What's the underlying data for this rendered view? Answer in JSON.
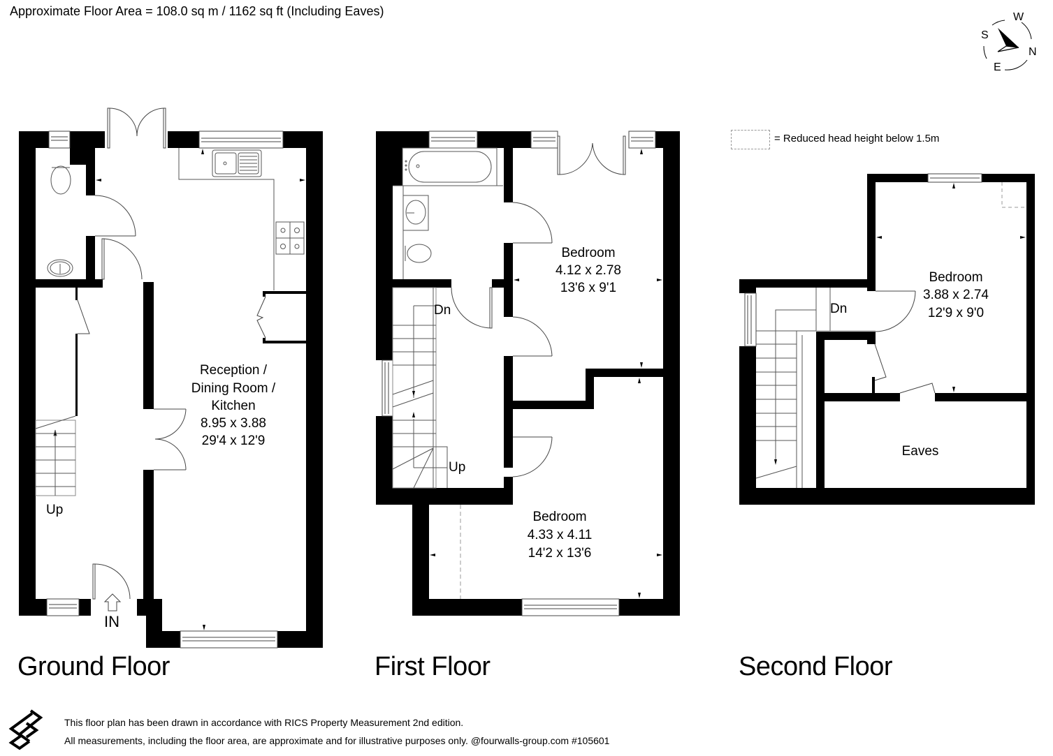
{
  "header": {
    "floor_area": "Approximate Floor Area = 108.0 sq m / 1162 sq ft (Including Eaves)"
  },
  "compass": {
    "labels": {
      "north": "N",
      "south": "S",
      "east": "E",
      "west": "W"
    }
  },
  "legend": {
    "symbol": "dashed-rectangle",
    "text": "= Reduced head height below 1.5m",
    "color": "#999999"
  },
  "floors": {
    "ground": {
      "title": "Ground Floor",
      "rooms": [
        {
          "name_line1": "Reception /",
          "name_line2": "Dining Room /",
          "name_line3": "Kitchen",
          "metric": "8.95 x 3.88",
          "imperial": "29'4 x 12'9"
        }
      ],
      "labels": {
        "stairs": "Up",
        "entrance": "IN"
      }
    },
    "first": {
      "title": "First Floor",
      "rooms": [
        {
          "name": "Bedroom",
          "metric": "4.12 x 2.78",
          "imperial": "13'6 x 9'1"
        },
        {
          "name": "Bedroom",
          "metric": "4.33 x 4.11",
          "imperial": "14'2 x 13'6"
        }
      ],
      "labels": {
        "stairs_down": "Dn",
        "stairs_up": "Up"
      }
    },
    "second": {
      "title": "Second Floor",
      "rooms": [
        {
          "name": "Bedroom",
          "metric": "3.88 x 2.74",
          "imperial": "12'9 x 9'0"
        },
        {
          "name": "Eaves"
        }
      ],
      "labels": {
        "stairs_down": "Dn"
      }
    }
  },
  "footer": {
    "logo": "fourwalls-logo",
    "line1": "This floor plan has been drawn in accordance with RICS Property Measurement 2nd edition.",
    "line2": "All measurements, including the floor area, are approximate and for illustrative purposes only. @fourwalls-group.com #105601"
  },
  "colors": {
    "wall": "#000000",
    "fixture_line": "#555555",
    "background": "#ffffff",
    "dashed": "#999999"
  }
}
